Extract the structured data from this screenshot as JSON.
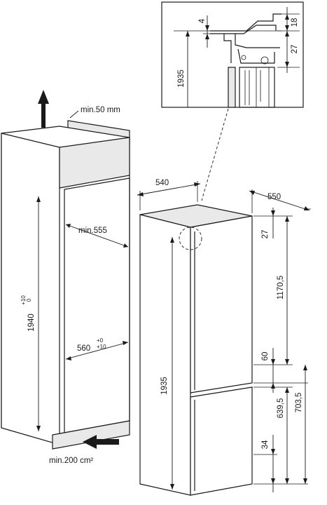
{
  "detail": {
    "dim_4": "4",
    "dim_18": "18",
    "dim_27": "27",
    "dim_1935": "1935"
  },
  "niche": {
    "min_top_gap": "min.50 mm",
    "min_width": "min.555",
    "height": "1940",
    "height_tol_plus": "+10",
    "height_tol_minus": "0",
    "width": "560",
    "width_tol_plus": "+0",
    "width_tol_minus": "+10",
    "vent_area": "min.200 cm²"
  },
  "appliance": {
    "width": "540",
    "depth": "550",
    "top_gap": "27",
    "upper_height": "1170,5",
    "divider": "60",
    "total_height": "1935",
    "lower_height": "639,5",
    "lower_total": "703,5",
    "bottom_gap": "34"
  }
}
